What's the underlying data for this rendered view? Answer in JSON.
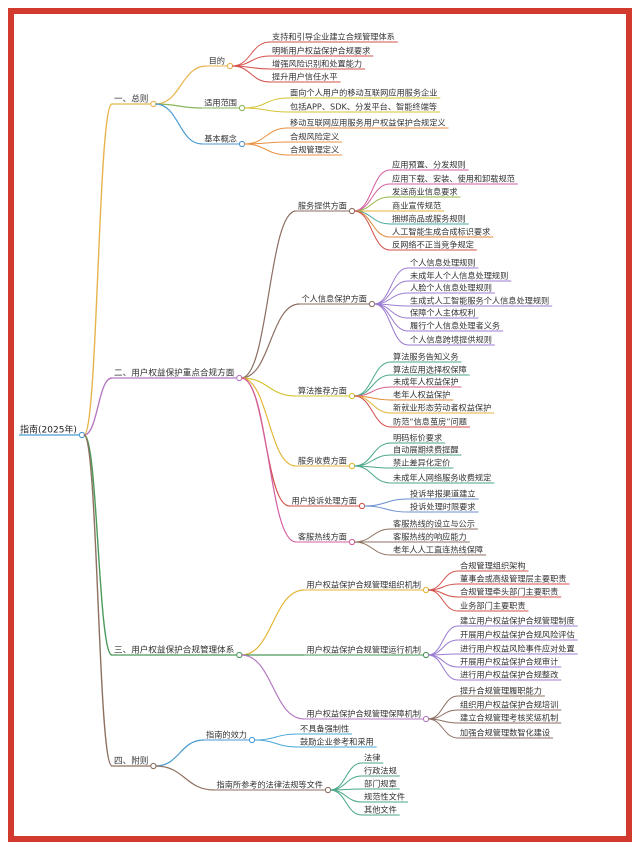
{
  "root": "指南(2025年)",
  "sections": [
    {
      "label": "一、总则",
      "color": "#e8b34c",
      "groups": [
        {
          "label": "目的",
          "color": "#e8b34c",
          "leaves": [
            {
              "label": "支持和引导企业建立合规管理体系",
              "color": "#d4504a"
            },
            {
              "label": "明晰用户权益保护合规要求",
              "color": "#d4504a"
            },
            {
              "label": "增强风险识别和处置能力",
              "color": "#d4504a"
            },
            {
              "label": "提升用户信任水平",
              "color": "#d4504a"
            }
          ]
        },
        {
          "label": "适用范围",
          "color": "#8ab45a",
          "leaves": [
            {
              "label": "面向个人用户的移动互联网应用服务企业",
              "color": "#d6c433"
            },
            {
              "label": "包括APP、SDK、分发平台、智能终端等",
              "color": "#d6c433"
            }
          ]
        },
        {
          "label": "基本概念",
          "color": "#4a9ad0",
          "leaves": [
            {
              "label": "移动互联网应用服务用户权益保护合规定义",
              "color": "#e89140"
            },
            {
              "label": "合规风险定义",
              "color": "#e89140"
            },
            {
              "label": "合规管理定义",
              "color": "#e89140"
            }
          ]
        }
      ]
    },
    {
      "label": "二、用户权益保护重点合规方面",
      "color": "#b57ac2",
      "groups": [
        {
          "label": "服务提供方面",
          "color": "#8d6e63",
          "leaves": [
            {
              "label": "应用预置、分发规则",
              "color": "#d45fa0"
            },
            {
              "label": "应用下载、安装、使用和卸载规范",
              "color": "#d45fa0"
            },
            {
              "label": "发送商业信息要求",
              "color": "#96b94a"
            },
            {
              "label": "商业宣传规范",
              "color": "#e3b637"
            },
            {
              "label": "捆绑商品或服务规则",
              "color": "#4aa7a0"
            },
            {
              "label": "人工智能生成合成标识要求",
              "color": "#e08a3a"
            },
            {
              "label": "反网络不正当竞争规定",
              "color": "#d4504a"
            }
          ]
        },
        {
          "label": "个人信息保护方面",
          "color": "#8d6e63",
          "leaves": [
            {
              "label": "个人信息处理规则",
              "color": "#9b7bd0"
            },
            {
              "label": "未成年人个人信息处理规则",
              "color": "#9b7bd0"
            },
            {
              "label": "人脸个人信息处理规则",
              "color": "#9b7bd0"
            },
            {
              "label": "生成式人工智能服务个人信息处理规则",
              "color": "#9b7bd0"
            },
            {
              "label": "保障个人主体权利",
              "color": "#9b7bd0"
            },
            {
              "label": "履行个人信息处理者义务",
              "color": "#9b7bd0"
            },
            {
              "label": "个人信息跨境提供规则",
              "color": "#9b7bd0"
            }
          ]
        },
        {
          "label": "算法推荐方面",
          "color": "#d6c433",
          "leaves": [
            {
              "label": "算法服务告知义务",
              "color": "#4aa78a"
            },
            {
              "label": "算法应用选择权保障",
              "color": "#4aa78a"
            },
            {
              "label": "未成年人权益保护",
              "color": "#d45f8a"
            },
            {
              "label": "老年人权益保护",
              "color": "#e08a3a"
            },
            {
              "label": "新就业形态劳动者权益保护",
              "color": "#e3b637"
            },
            {
              "label": "防范“信息茧房”问题",
              "color": "#d4504a"
            }
          ]
        },
        {
          "label": "服务收费方面",
          "color": "#e3b637",
          "leaves": [
            {
              "label": "明码标价要求",
              "color": "#4aa78a"
            },
            {
              "label": "自动展期续费提醒",
              "color": "#4aa78a"
            },
            {
              "label": "禁止差异化定价",
              "color": "#4aa78a"
            },
            {
              "label": "未成年人网络服务收费规定",
              "color": "#4aa78a"
            }
          ]
        },
        {
          "label": "用户投诉处理方面",
          "color": "#d4504a",
          "leaves": [
            {
              "label": "投诉举报渠道建立",
              "color": "#6a8fd0"
            },
            {
              "label": "投诉处理时限要求",
              "color": "#6a8fd0"
            }
          ]
        },
        {
          "label": "客服热线方面",
          "color": "#d45fa0",
          "leaves": [
            {
              "label": "客服热线的设立与公示",
              "color": "#8d7060"
            },
            {
              "label": "客服热线的响应能力",
              "color": "#8d7060"
            },
            {
              "label": "老年人人工直连热线保障",
              "color": "#8d7060"
            }
          ]
        }
      ]
    },
    {
      "label": "三、用户权益保护合规管理体系",
      "color": "#4a9a5a",
      "groups": [
        {
          "label": "用户权益保护合规管理组织机制",
          "color": "#e3b637",
          "leaves": [
            {
              "label": "合规管理组织架构",
              "color": "#d4504a"
            },
            {
              "label": "董事会或高级管理层主要职责",
              "color": "#d4504a"
            },
            {
              "label": "合规管理牵头部门主要职责",
              "color": "#d4504a"
            },
            {
              "label": "业务部门主要职责",
              "color": "#d4504a"
            }
          ]
        },
        {
          "label": "用户权益保护合规管理运行机制",
          "color": "#4a9a5a",
          "leaves": [
            {
              "label": "建立用户权益保护合规管理制度",
              "color": "#9b7bd0"
            },
            {
              "label": "开展用户权益保护合规风险评估",
              "color": "#9b7bd0"
            },
            {
              "label": "进行用户权益风险事件应对处置",
              "color": "#9b7bd0"
            },
            {
              "label": "开展用户权益保护合规审计",
              "color": "#9b7bd0"
            },
            {
              "label": "进行用户权益保护合规整改",
              "color": "#9b7bd0"
            }
          ]
        },
        {
          "label": "用户权益保护合规管理保障机制",
          "color": "#b57ac2",
          "leaves": [
            {
              "label": "提升合规管理履职能力",
              "color": "#8d6e63"
            },
            {
              "label": "组织用户权益保护合规培训",
              "color": "#8d6e63"
            },
            {
              "label": "建立合规管理考核奖惩机制",
              "color": "#8d6e63"
            },
            {
              "label": "加强合规管理数智化建设",
              "color": "#8d6e63"
            }
          ]
        }
      ]
    },
    {
      "label": "四、附则",
      "color": "#8d7060",
      "groups": [
        {
          "label": "指南的效力",
          "color": "#4a9ad0",
          "leaves": [
            {
              "label": "不具备强制性",
              "color": "#4aa7d8"
            },
            {
              "label": "鼓励企业参考和采用",
              "color": "#4aa7d8"
            }
          ]
        },
        {
          "label": "指南所参考的法律法规等文件",
          "color": "#8d7060",
          "leaves": [
            {
              "label": "法律",
              "color": "#4aa78a"
            },
            {
              "label": "行政法规",
              "color": "#4aa78a"
            },
            {
              "label": "部门规章",
              "color": "#4aa78a"
            },
            {
              "label": "规范性文件",
              "color": "#4aa78a"
            },
            {
              "label": "其他文件",
              "color": "#4aa78a"
            }
          ]
        }
      ]
    }
  ]
}
